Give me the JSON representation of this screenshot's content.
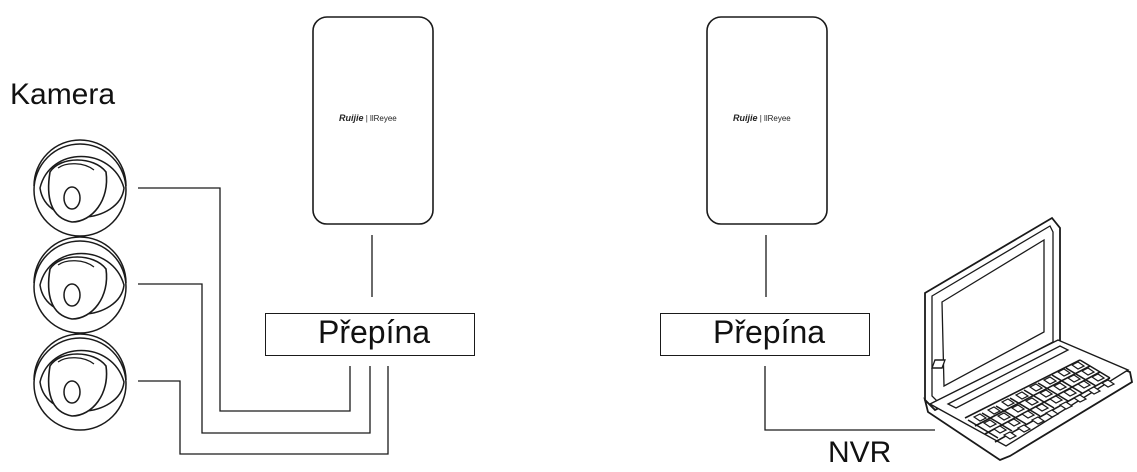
{
  "labels": {
    "camera": "Kamera",
    "nvr": "NVR"
  },
  "switches": {
    "left": "Přepína",
    "right": "Přepína"
  },
  "access_points": {
    "left": {
      "brand": "Ruijie",
      "sub_brand": "Reyee"
    },
    "right": {
      "brand": "Ruijie",
      "sub_brand": "Reyee"
    }
  },
  "colors": {
    "line": "#1a1a1a",
    "background": "#ffffff"
  },
  "icons": [
    "dome-camera-icon",
    "laptop-icon",
    "access-point-icon"
  ]
}
